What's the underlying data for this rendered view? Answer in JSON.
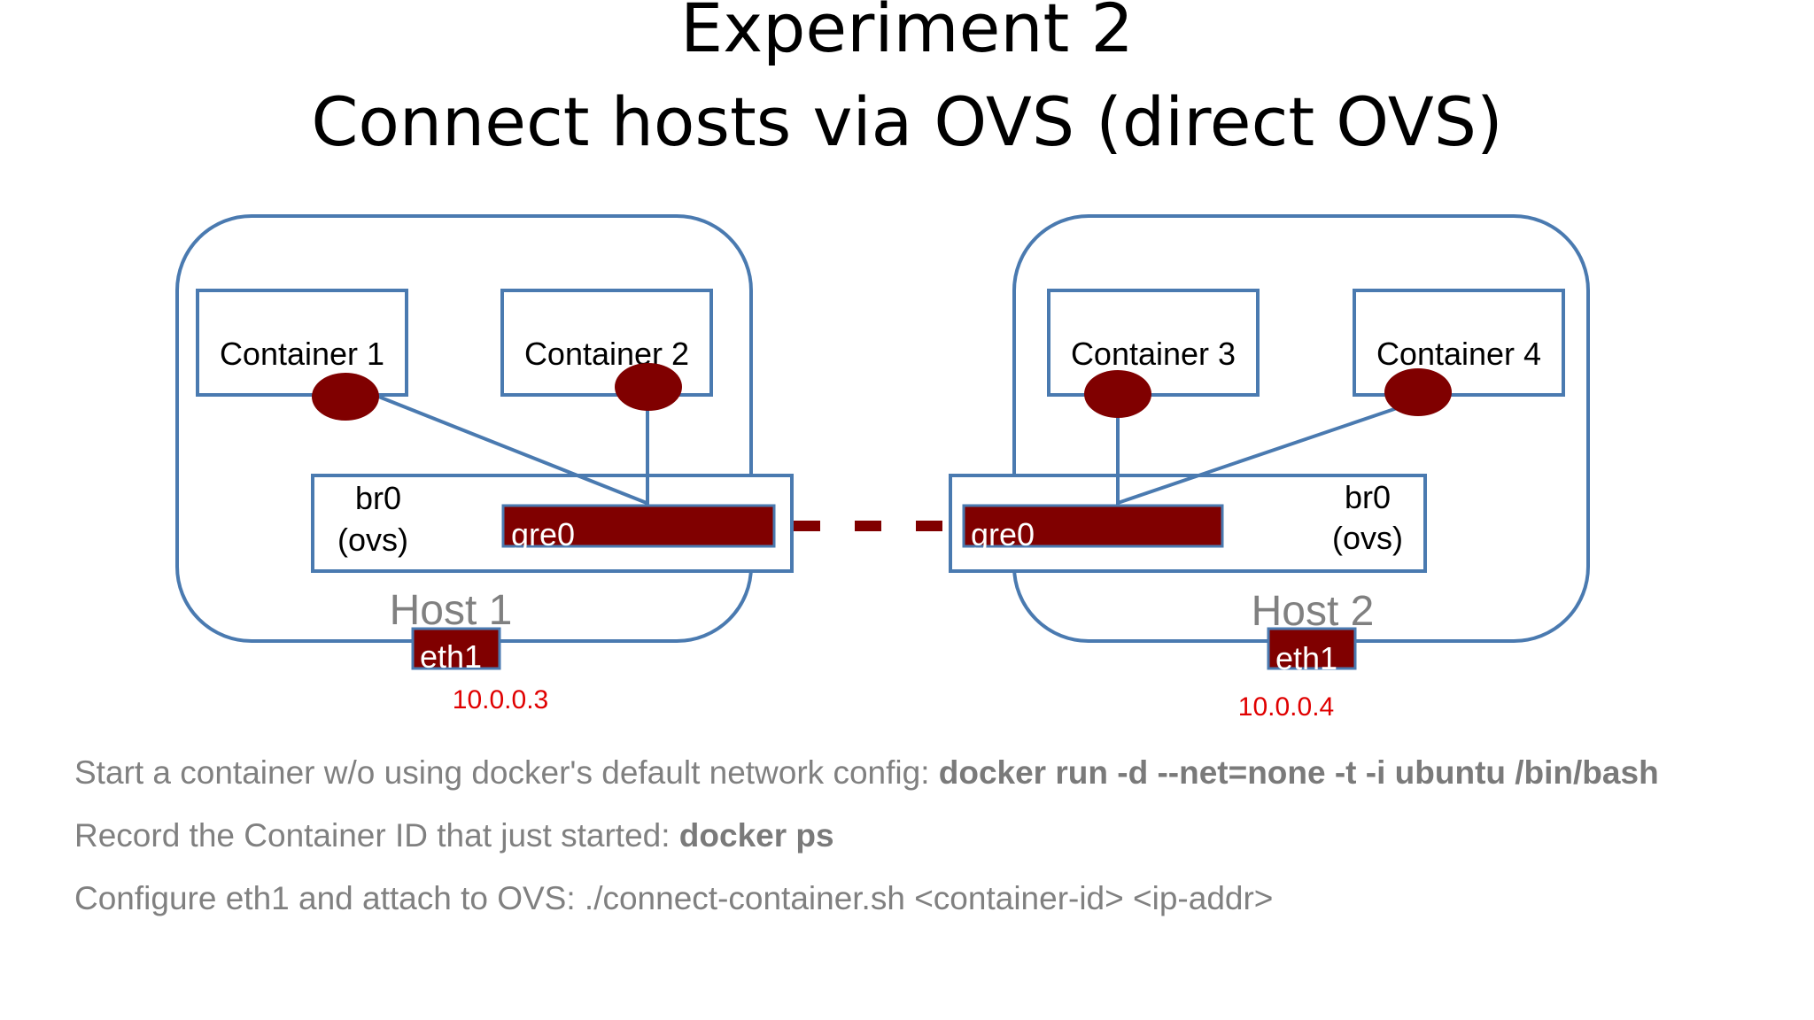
{
  "title": {
    "line1": "Experiment 2",
    "line2": "Connect hosts via OVS (direct OVS)"
  },
  "diagram": {
    "host1": {
      "label": "Host 1",
      "container_a": "Container 1",
      "container_b": "Container 2",
      "bridge_name": "br0",
      "bridge_type": "(ovs)",
      "tunnel_port": "gre0",
      "nic": "eth1",
      "ip": "10.0.0.3"
    },
    "host2": {
      "label": "Host 2",
      "container_a": "Container 3",
      "container_b": "Container 4",
      "bridge_name": "br0",
      "bridge_type": "(ovs)",
      "tunnel_port": "gre0",
      "nic": "eth1",
      "ip": "10.0.0.4"
    }
  },
  "instructions": [
    {
      "text": "Start a container w/o using docker's default network config:  ",
      "command": "docker run -d --net=none -t -i ubuntu /bin/bash"
    },
    {
      "text": "Record the Container ID that just started: ",
      "command": "docker ps"
    },
    {
      "text": "Configure eth1 and attach to OVS: ./connect-container.sh <container-id> <ip-addr>",
      "command": ""
    }
  ],
  "colors": {
    "host_border": "#4a7ab0",
    "port_fill": "#800000",
    "ip_text": "#e00000",
    "host_label": "#808080",
    "instruction_text": "#808080"
  }
}
